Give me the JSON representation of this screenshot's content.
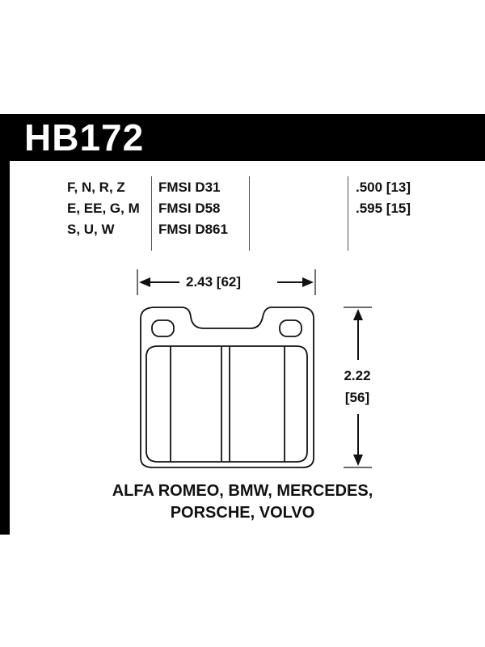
{
  "part_number": "HB172",
  "compounds": [
    "F, N, R, Z",
    "E, EE, G, M",
    "S, U, W"
  ],
  "fmsi": [
    "FMSI D31",
    "FMSI D58",
    "FMSI D861"
  ],
  "thickness": [
    ".500 [13]",
    ".595 [15]"
  ],
  "dimensions": {
    "width": "2.43 [62]",
    "height_in": "2.22",
    "height_mm": "[56]"
  },
  "applications": [
    "ALFA ROMEO, BMW, MERCEDES,",
    "PORSCHE, VOLVO"
  ]
}
